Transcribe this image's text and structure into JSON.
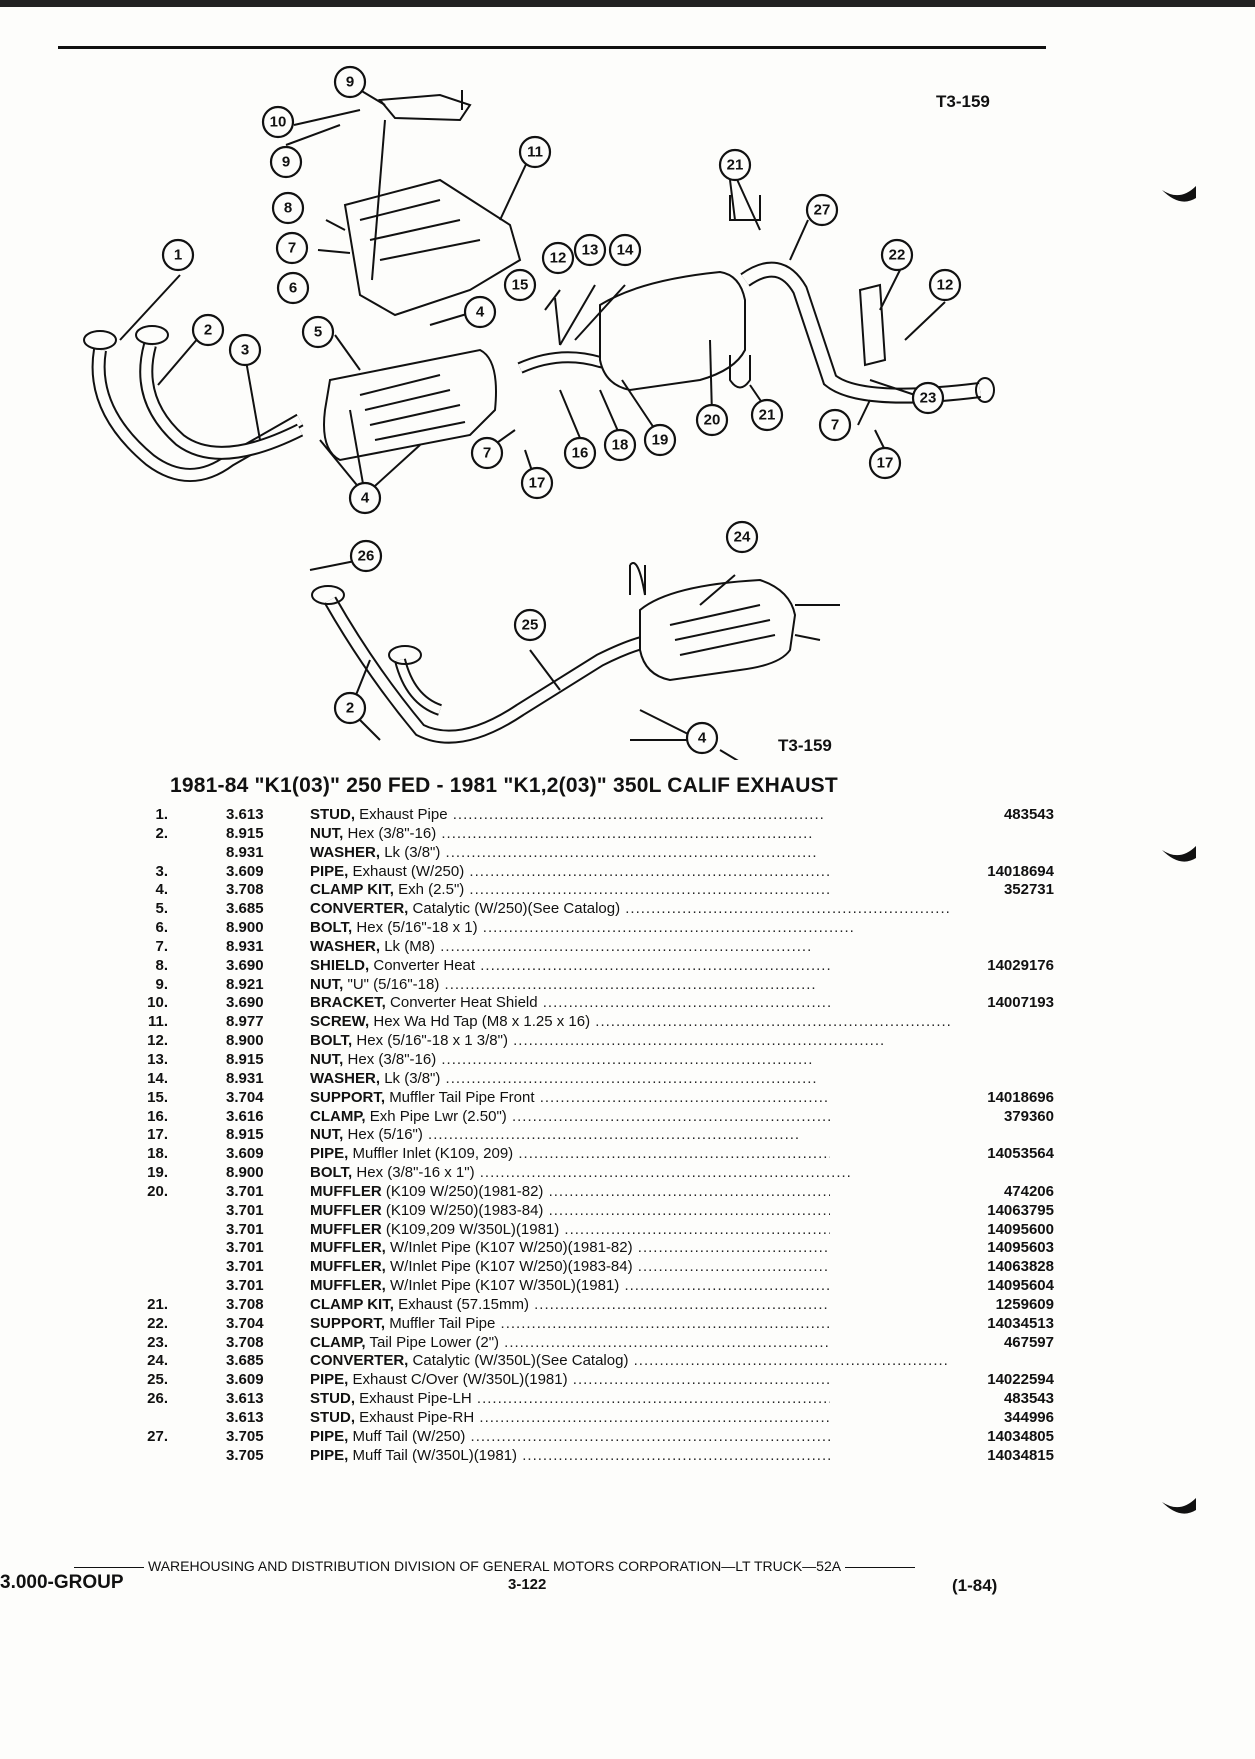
{
  "figure": {
    "code_top": "T3-159",
    "code_bottom": "T3-159",
    "callouts_top": [
      "9",
      "10",
      "9",
      "8",
      "7",
      "6",
      "1",
      "2",
      "3",
      "5",
      "4",
      "4",
      "11",
      "12",
      "13",
      "14",
      "15",
      "16",
      "18",
      "19",
      "20",
      "21",
      "7",
      "17",
      "21",
      "27",
      "22",
      "12",
      "23",
      "7",
      "17"
    ],
    "callouts_bottom": [
      "26",
      "25",
      "2",
      "24",
      "4"
    ]
  },
  "title": "1981-84 \"K1(03)\" 250 FED - 1981 \"K1,2(03)\" 350L CALIF EXHAUST",
  "parts": [
    {
      "item": "1.",
      "group": "3.613",
      "name": "STUD,",
      "desc": "Exhaust Pipe",
      "pn": "483543"
    },
    {
      "item": "2.",
      "group": "8.915",
      "name": "NUT,",
      "desc": "Hex (3/8\"-16)",
      "pn": ""
    },
    {
      "item": "",
      "group": "8.931",
      "name": "WASHER,",
      "desc": "Lk (3/8\")",
      "pn": ""
    },
    {
      "item": "3.",
      "group": "3.609",
      "name": "PIPE,",
      "desc": "Exhaust (W/250)",
      "pn": "14018694"
    },
    {
      "item": "4.",
      "group": "3.708",
      "name": "CLAMP KIT,",
      "desc": "Exh (2.5\")",
      "pn": "352731"
    },
    {
      "item": "5.",
      "group": "3.685",
      "name": "CONVERTER,",
      "desc": "Catalytic (W/250)(See Catalog)",
      "pn": ""
    },
    {
      "item": "6.",
      "group": "8.900",
      "name": "BOLT,",
      "desc": "Hex (5/16\"-18 x 1)",
      "pn": ""
    },
    {
      "item": "7.",
      "group": "8.931",
      "name": "WASHER,",
      "desc": "Lk (M8)",
      "pn": ""
    },
    {
      "item": "8.",
      "group": "3.690",
      "name": "SHIELD,",
      "desc": "Converter Heat",
      "pn": "14029176"
    },
    {
      "item": "9.",
      "group": "8.921",
      "name": "NUT,",
      "desc": "\"U\" (5/16\"-18)",
      "pn": ""
    },
    {
      "item": "10.",
      "group": "3.690",
      "name": "BRACKET,",
      "desc": "Converter Heat Shield",
      "pn": "14007193"
    },
    {
      "item": "11.",
      "group": "8.977",
      "name": "SCREW,",
      "desc": "Hex Wa Hd Tap (M8 x 1.25 x 16)",
      "pn": ""
    },
    {
      "item": "12.",
      "group": "8.900",
      "name": "BOLT,",
      "desc": "Hex (5/16\"-18 x 1 3/8\")",
      "pn": ""
    },
    {
      "item": "13.",
      "group": "8.915",
      "name": "NUT,",
      "desc": "Hex (3/8\"-16)",
      "pn": ""
    },
    {
      "item": "14.",
      "group": "8.931",
      "name": "WASHER,",
      "desc": "Lk (3/8\")",
      "pn": ""
    },
    {
      "item": "15.",
      "group": "3.704",
      "name": "SUPPORT,",
      "desc": "Muffler Tail Pipe Front",
      "pn": "14018696"
    },
    {
      "item": "16.",
      "group": "3.616",
      "name": "CLAMP,",
      "desc": "Exh Pipe Lwr (2.50\")",
      "pn": "379360"
    },
    {
      "item": "17.",
      "group": "8.915",
      "name": "NUT,",
      "desc": "Hex (5/16\")",
      "pn": ""
    },
    {
      "item": "18.",
      "group": "3.609",
      "name": "PIPE,",
      "desc": "Muffler Inlet (K109, 209)",
      "pn": "14053564"
    },
    {
      "item": "19.",
      "group": "8.900",
      "name": "BOLT,",
      "desc": "Hex (3/8\"-16 x 1\")",
      "pn": ""
    },
    {
      "item": "20.",
      "group": "3.701",
      "name": "MUFFLER",
      "desc": "(K109 W/250)(1981-82)",
      "pn": "474206"
    },
    {
      "item": "",
      "group": "3.701",
      "name": "MUFFLER",
      "desc": "(K109 W/250)(1983-84)",
      "pn": "14063795"
    },
    {
      "item": "",
      "group": "3.701",
      "name": "MUFFLER",
      "desc": "(K109,209 W/350L)(1981)",
      "pn": "14095600"
    },
    {
      "item": "",
      "group": "3.701",
      "name": "MUFFLER,",
      "desc": "W/Inlet Pipe (K107 W/250)(1981-82)",
      "pn": "14095603"
    },
    {
      "item": "",
      "group": "3.701",
      "name": "MUFFLER,",
      "desc": "W/Inlet Pipe (K107 W/250)(1983-84)",
      "pn": "14063828"
    },
    {
      "item": "",
      "group": "3.701",
      "name": "MUFFLER,",
      "desc": "W/Inlet Pipe (K107 W/350L)(1981)",
      "pn": "14095604"
    },
    {
      "item": "21.",
      "group": "3.708",
      "name": "CLAMP KIT,",
      "desc": "Exhaust (57.15mm)",
      "pn": "1259609"
    },
    {
      "item": "22.",
      "group": "3.704",
      "name": "SUPPORT,",
      "desc": "Muffler Tail Pipe",
      "pn": "14034513"
    },
    {
      "item": "23.",
      "group": "3.708",
      "name": "CLAMP,",
      "desc": "Tail Pipe Lower (2\")",
      "pn": "467597"
    },
    {
      "item": "24.",
      "group": "3.685",
      "name": "CONVERTER,",
      "desc": "Catalytic (W/350L)(See Catalog)",
      "pn": ""
    },
    {
      "item": "25.",
      "group": "3.609",
      "name": "PIPE,",
      "desc": "Exhaust C/Over (W/350L)(1981)",
      "pn": "14022594"
    },
    {
      "item": "26.",
      "group": "3.613",
      "name": "STUD,",
      "desc": "Exhaust Pipe-LH",
      "pn": "483543"
    },
    {
      "item": "",
      "group": "3.613",
      "name": "STUD,",
      "desc": "Exhaust Pipe-RH",
      "pn": "344996"
    },
    {
      "item": "27.",
      "group": "3.705",
      "name": "PIPE,",
      "desc": "Muff Tail (W/250)",
      "pn": "14034805"
    },
    {
      "item": "",
      "group": "3.705",
      "name": "PIPE,",
      "desc": "Muff Tail (W/350L)(1981)",
      "pn": "14034815"
    }
  ],
  "footer": {
    "division": "WAREHOUSING AND DISTRIBUTION DIVISION OF GENERAL MOTORS CORPORATION—LT TRUCK—52A",
    "group": "3.000-GROUP",
    "page": "3-122",
    "date": "(1-84)"
  }
}
